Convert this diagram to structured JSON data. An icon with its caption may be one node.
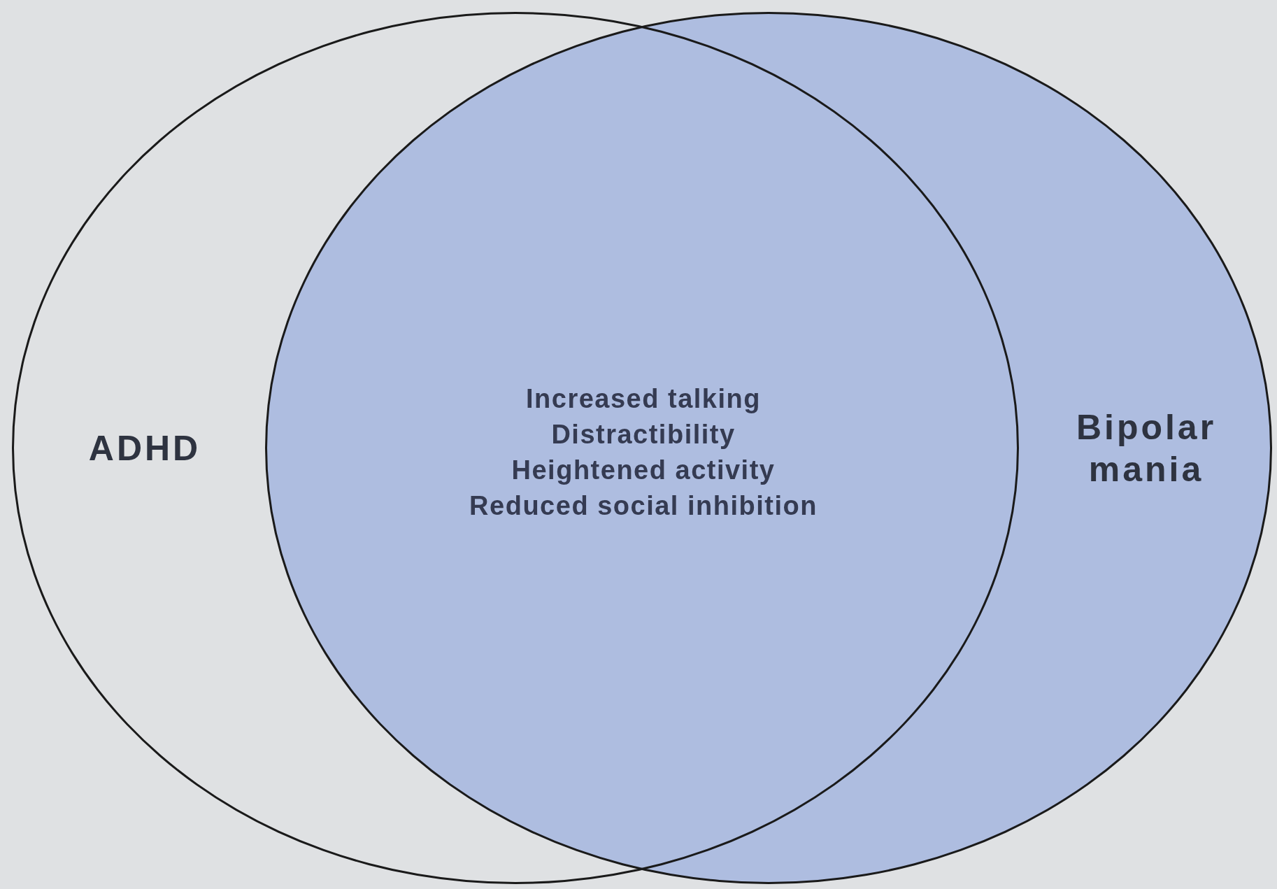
{
  "diagram": {
    "nodes": [
      {
        "text": [
          "ADHD"
        ]
      },
      {
        "text": [
          "Bipolar mania"
        ]
      }
    ],
    "labels": [
      "Increased talking",
      "Distractibility",
      "Heightened activity",
      "Reduced social inhibition"
    ]
  }
}
